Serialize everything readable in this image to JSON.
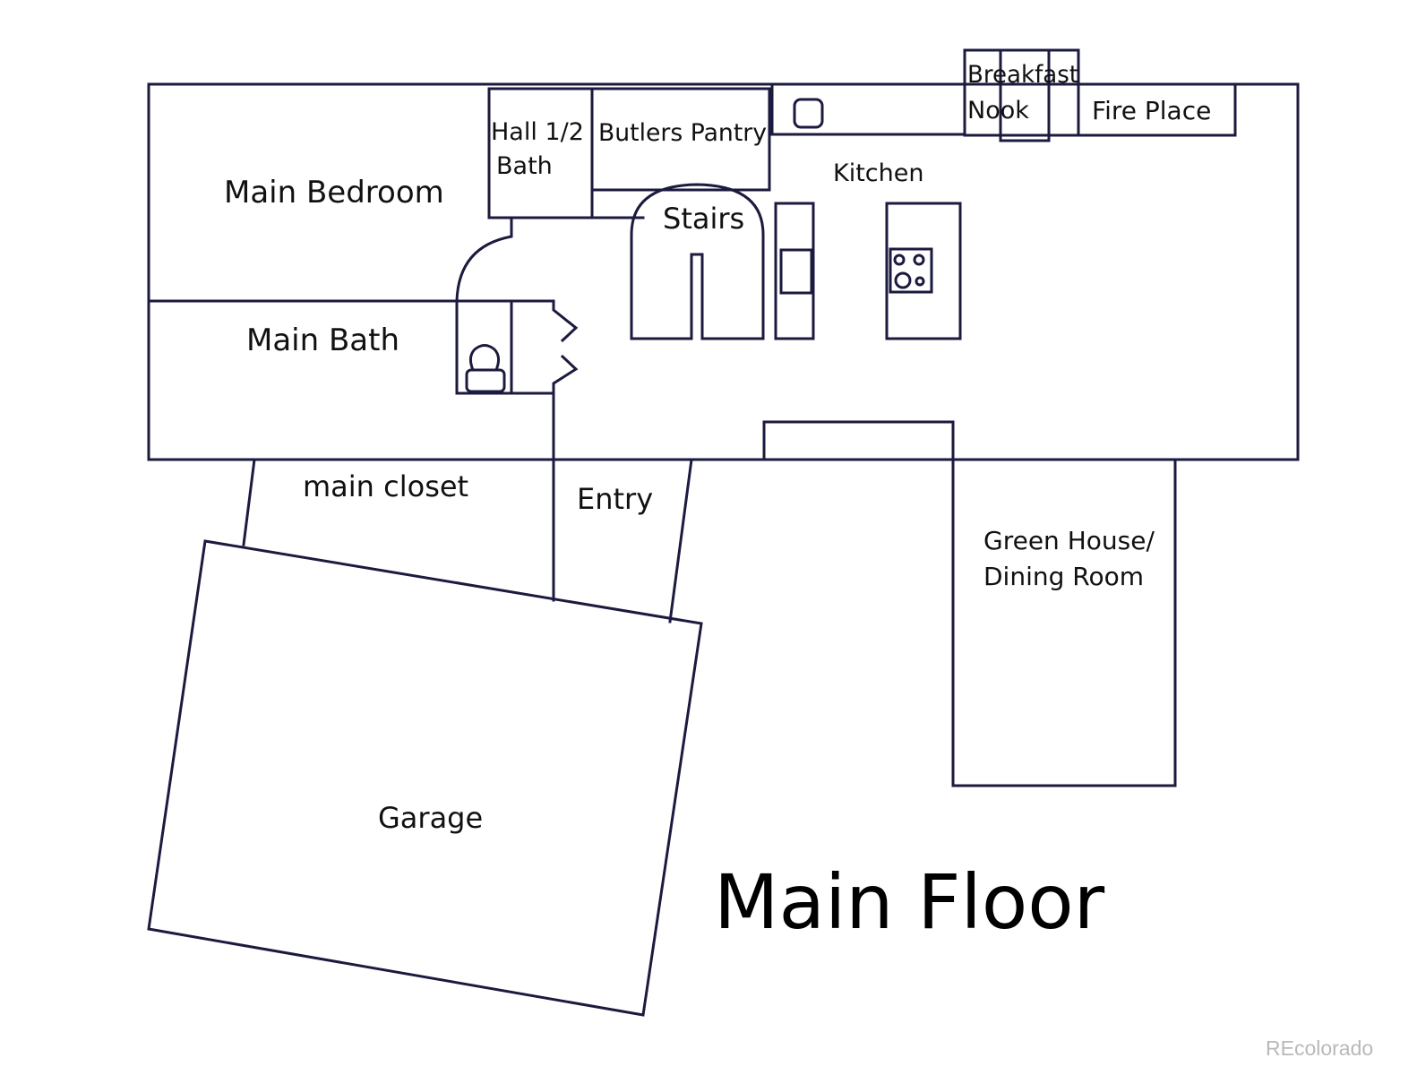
{
  "title": "Main Floor",
  "watermark": "REcolorado",
  "colors": {
    "wall": "#1b1a3f",
    "text": "#111111",
    "watermark": "#b9b9b9",
    "background": "#ffffff"
  },
  "rooms": {
    "main_bedroom": "Main Bedroom",
    "hall_half_bath_line1": "Hall 1/2",
    "hall_half_bath_line2": "Bath",
    "butlers_pantry": "Butlers Pantry",
    "breakfast_nook_line1": "Breakfast",
    "breakfast_nook_line2": "Nook",
    "fire_place": "Fire Place",
    "kitchen": "Kitchen",
    "stairs": "Stairs",
    "main_bath": "Main Bath",
    "main_closet": "main closet",
    "entry": "Entry",
    "green_house_line1": "Green House/",
    "green_house_line2": "Dining Room",
    "garage": "Garage"
  },
  "icons": [
    "toilet-icon",
    "cooktop-icon",
    "sink-icon"
  ]
}
